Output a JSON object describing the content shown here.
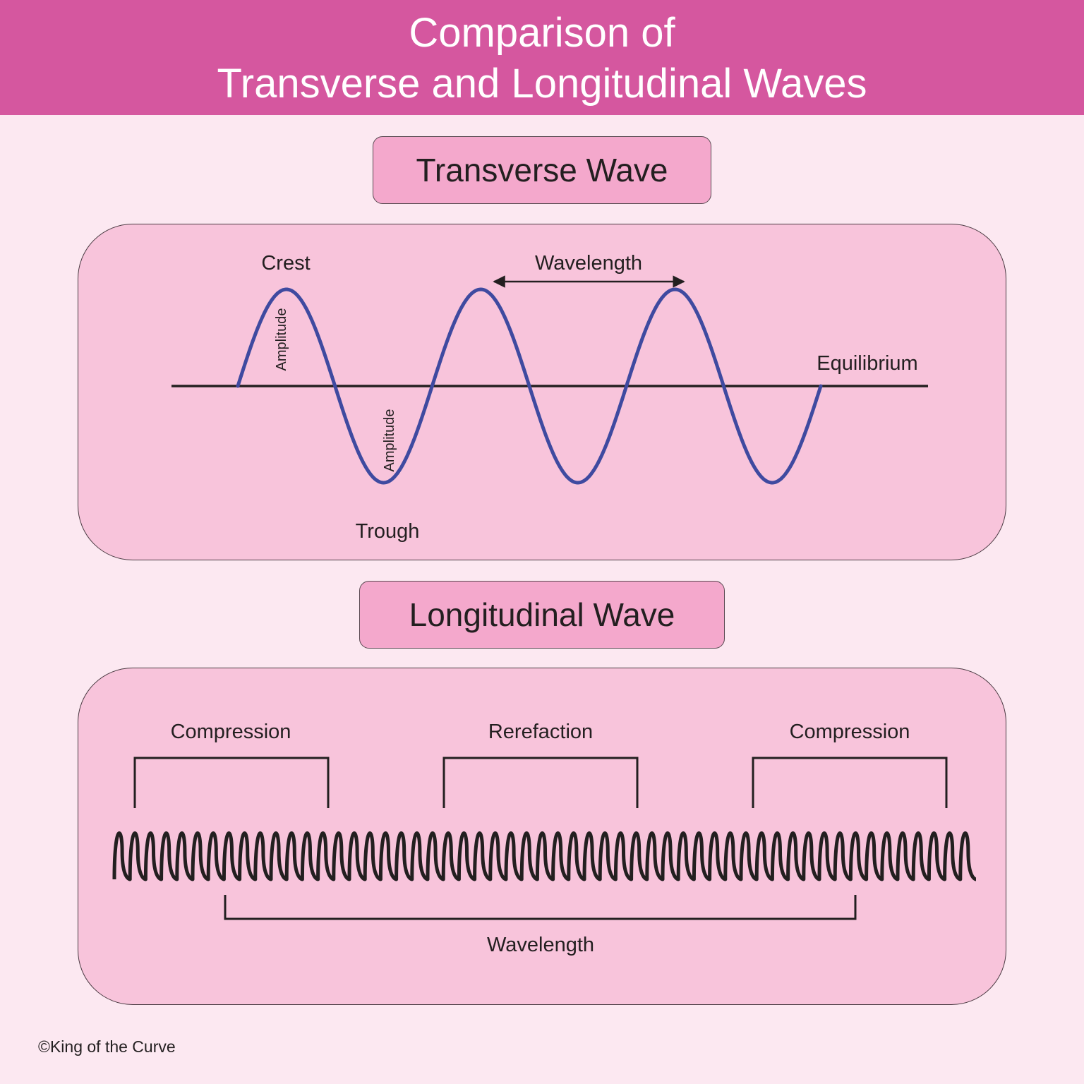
{
  "header": {
    "title_line1": "Comparison of",
    "title_line2": "Transverse and Longitudinal Waves"
  },
  "transverse": {
    "heading": "Transverse Wave",
    "labels": {
      "crest": "Crest",
      "wavelength": "Wavelength",
      "equilibrium": "Equilibrium",
      "trough": "Trough",
      "amplitude_upper": "Amplitude",
      "amplitude_lower": "Amplitude"
    }
  },
  "longitudinal": {
    "heading": "Longitudinal Wave",
    "labels": {
      "compression_left": "Compression",
      "rarefaction": "Rerefaction",
      "compression_right": "Compression",
      "wavelength": "Wavelength"
    }
  },
  "footer": {
    "copyright": "©King of the Curve"
  },
  "colors": {
    "header_bg": "#d5579f",
    "page_bg": "#fce8f1",
    "panel_bg": "#f8c4db",
    "label_bg": "#f4a8cc",
    "wave_blue": "#3f4aa0",
    "ink": "#231f20"
  }
}
